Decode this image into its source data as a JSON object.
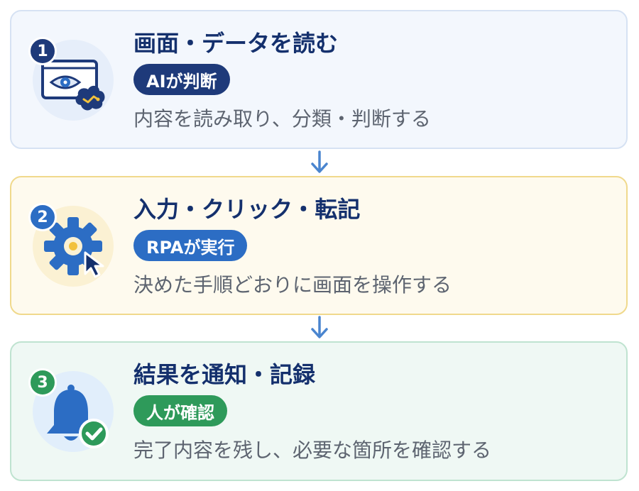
{
  "steps": [
    {
      "number": "1",
      "title": "画面・データを読む",
      "badge": "AIが判断",
      "description": "内容を読み取り、分類・判断する",
      "icon": "screen-eye-brain-icon"
    },
    {
      "number": "2",
      "title": "入力・クリック・転記",
      "badge": "RPAが実行",
      "description": "決めた手順どおりに画面を操作する",
      "icon": "gear-cursor-icon"
    },
    {
      "number": "3",
      "title": "結果を通知・記録",
      "badge": "人が確認",
      "description": "完了内容を残し、必要な箇所を確認する",
      "icon": "bell-check-icon"
    }
  ],
  "colors": {
    "navy": "#1e3a7a",
    "blue": "#2c6dc4",
    "green": "#2e9a5a",
    "yellow": "#f2c13c",
    "arrow": "#4a85cf"
  }
}
